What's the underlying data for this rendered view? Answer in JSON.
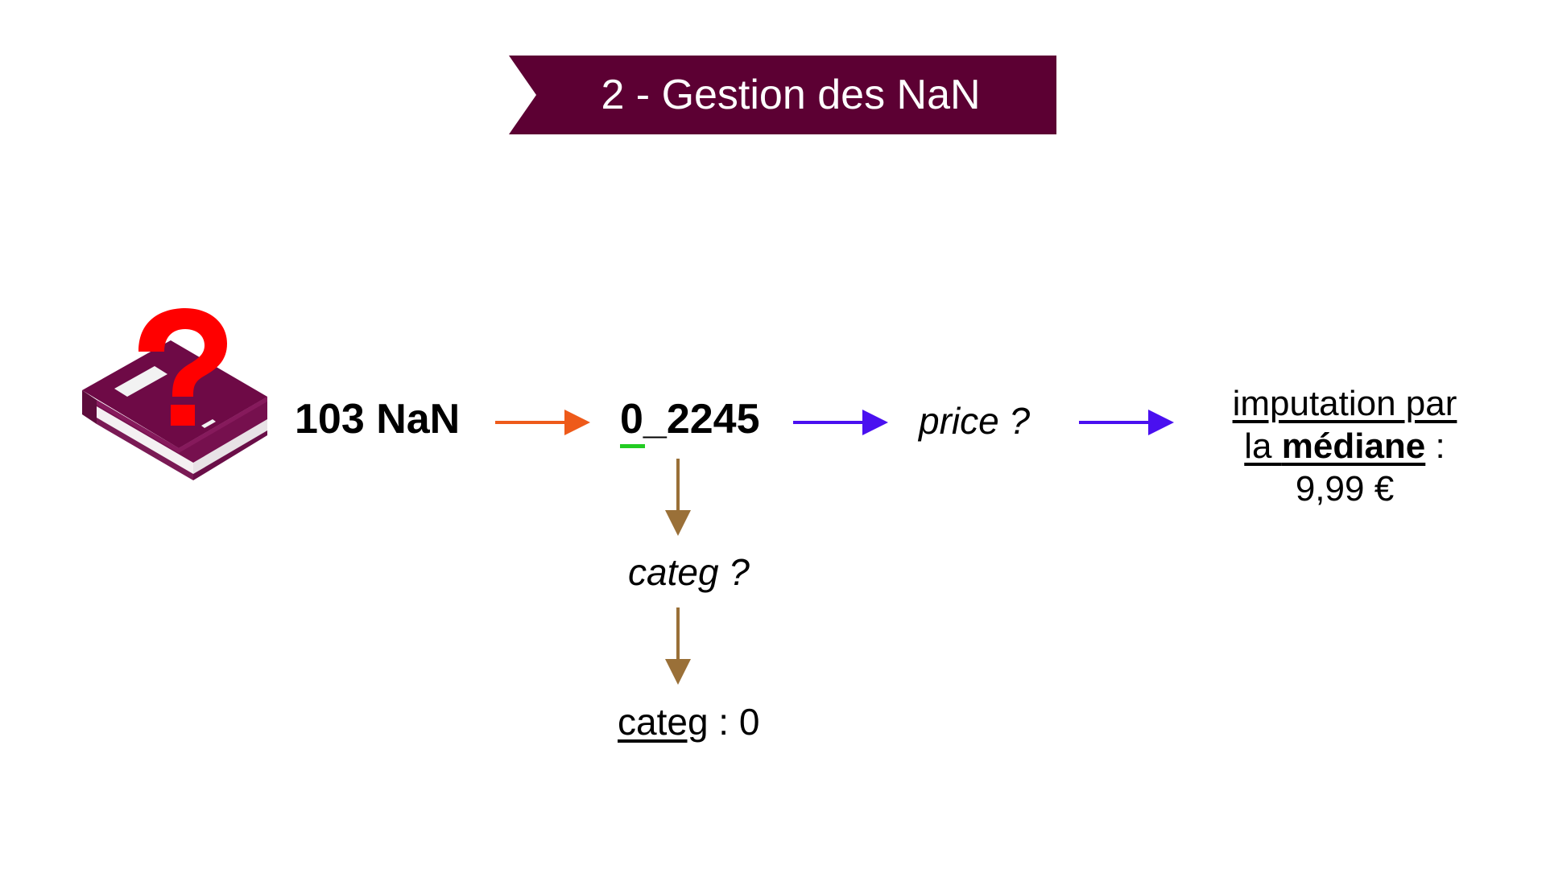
{
  "banner": {
    "title": "2 - Gestion des NaN",
    "color": "#5c0033"
  },
  "icons": {
    "book": "book-icon",
    "question": "question-mark-icon",
    "question_color": "#ff0000",
    "book_color": "#6e0a46"
  },
  "flow": {
    "nan_count": "103 NaN",
    "book_id_first": "0",
    "book_id_sep": "_",
    "book_id_rest": "2245",
    "price_question": "price ?",
    "categ_question": "categ ?",
    "categ_result_label": "categ",
    "categ_result_value": " : 0",
    "imputation_line1": "imputation par",
    "imputation_line2_prefix": "la",
    "imputation_line2_bold": "médiane",
    "imputation_line2_suffix": " :",
    "imputation_line3": "9,99 €"
  },
  "arrow_colors": {
    "orange": "#ee5a1a",
    "purple": "#4a10f0",
    "brown": "#9a7038"
  }
}
